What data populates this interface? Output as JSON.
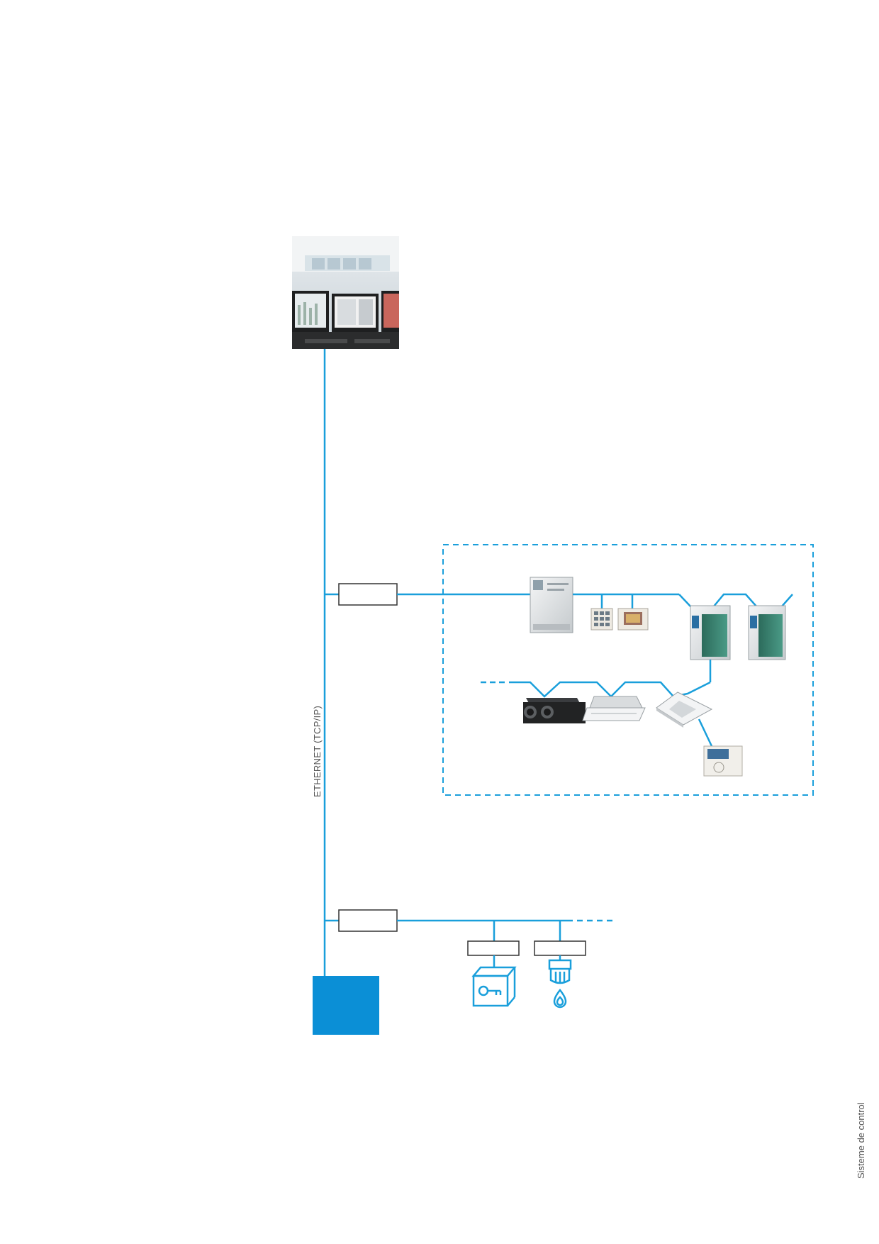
{
  "diagram": {
    "trunk_label": "ETHERNET (TCP/IP)",
    "footer_label": "Sisteme de control",
    "colors": {
      "line": "#1a9fdb",
      "accent_block": "#0b8fd6",
      "box_border": "#333333",
      "dashed_frame": "#1a9fdb"
    },
    "nodes": [
      {
        "id": "bms-workstation",
        "kind": "photo-monitors"
      },
      {
        "id": "gateway-box-top",
        "kind": "blank-box"
      },
      {
        "id": "central-controller",
        "kind": "controller-unit"
      },
      {
        "id": "touch-panel-a",
        "kind": "panel"
      },
      {
        "id": "touch-panel-b",
        "kind": "panel"
      },
      {
        "id": "outdoor-unit-1",
        "kind": "vrv-outdoor"
      },
      {
        "id": "outdoor-unit-2",
        "kind": "vrv-outdoor"
      },
      {
        "id": "ventilation-unit",
        "kind": "heat-recovery"
      },
      {
        "id": "cassette-2way",
        "kind": "cassette"
      },
      {
        "id": "cassette-round",
        "kind": "cassette"
      },
      {
        "id": "wired-remote",
        "kind": "remote"
      },
      {
        "id": "gateway-box-bottom",
        "kind": "blank-box"
      },
      {
        "id": "access-box",
        "kind": "blank-box"
      },
      {
        "id": "fire-box",
        "kind": "blank-box"
      },
      {
        "id": "access-control",
        "kind": "key-safe-icon"
      },
      {
        "id": "fire-detector",
        "kind": "fire-alarm-icon"
      },
      {
        "id": "end-block",
        "kind": "solid-block"
      }
    ]
  }
}
